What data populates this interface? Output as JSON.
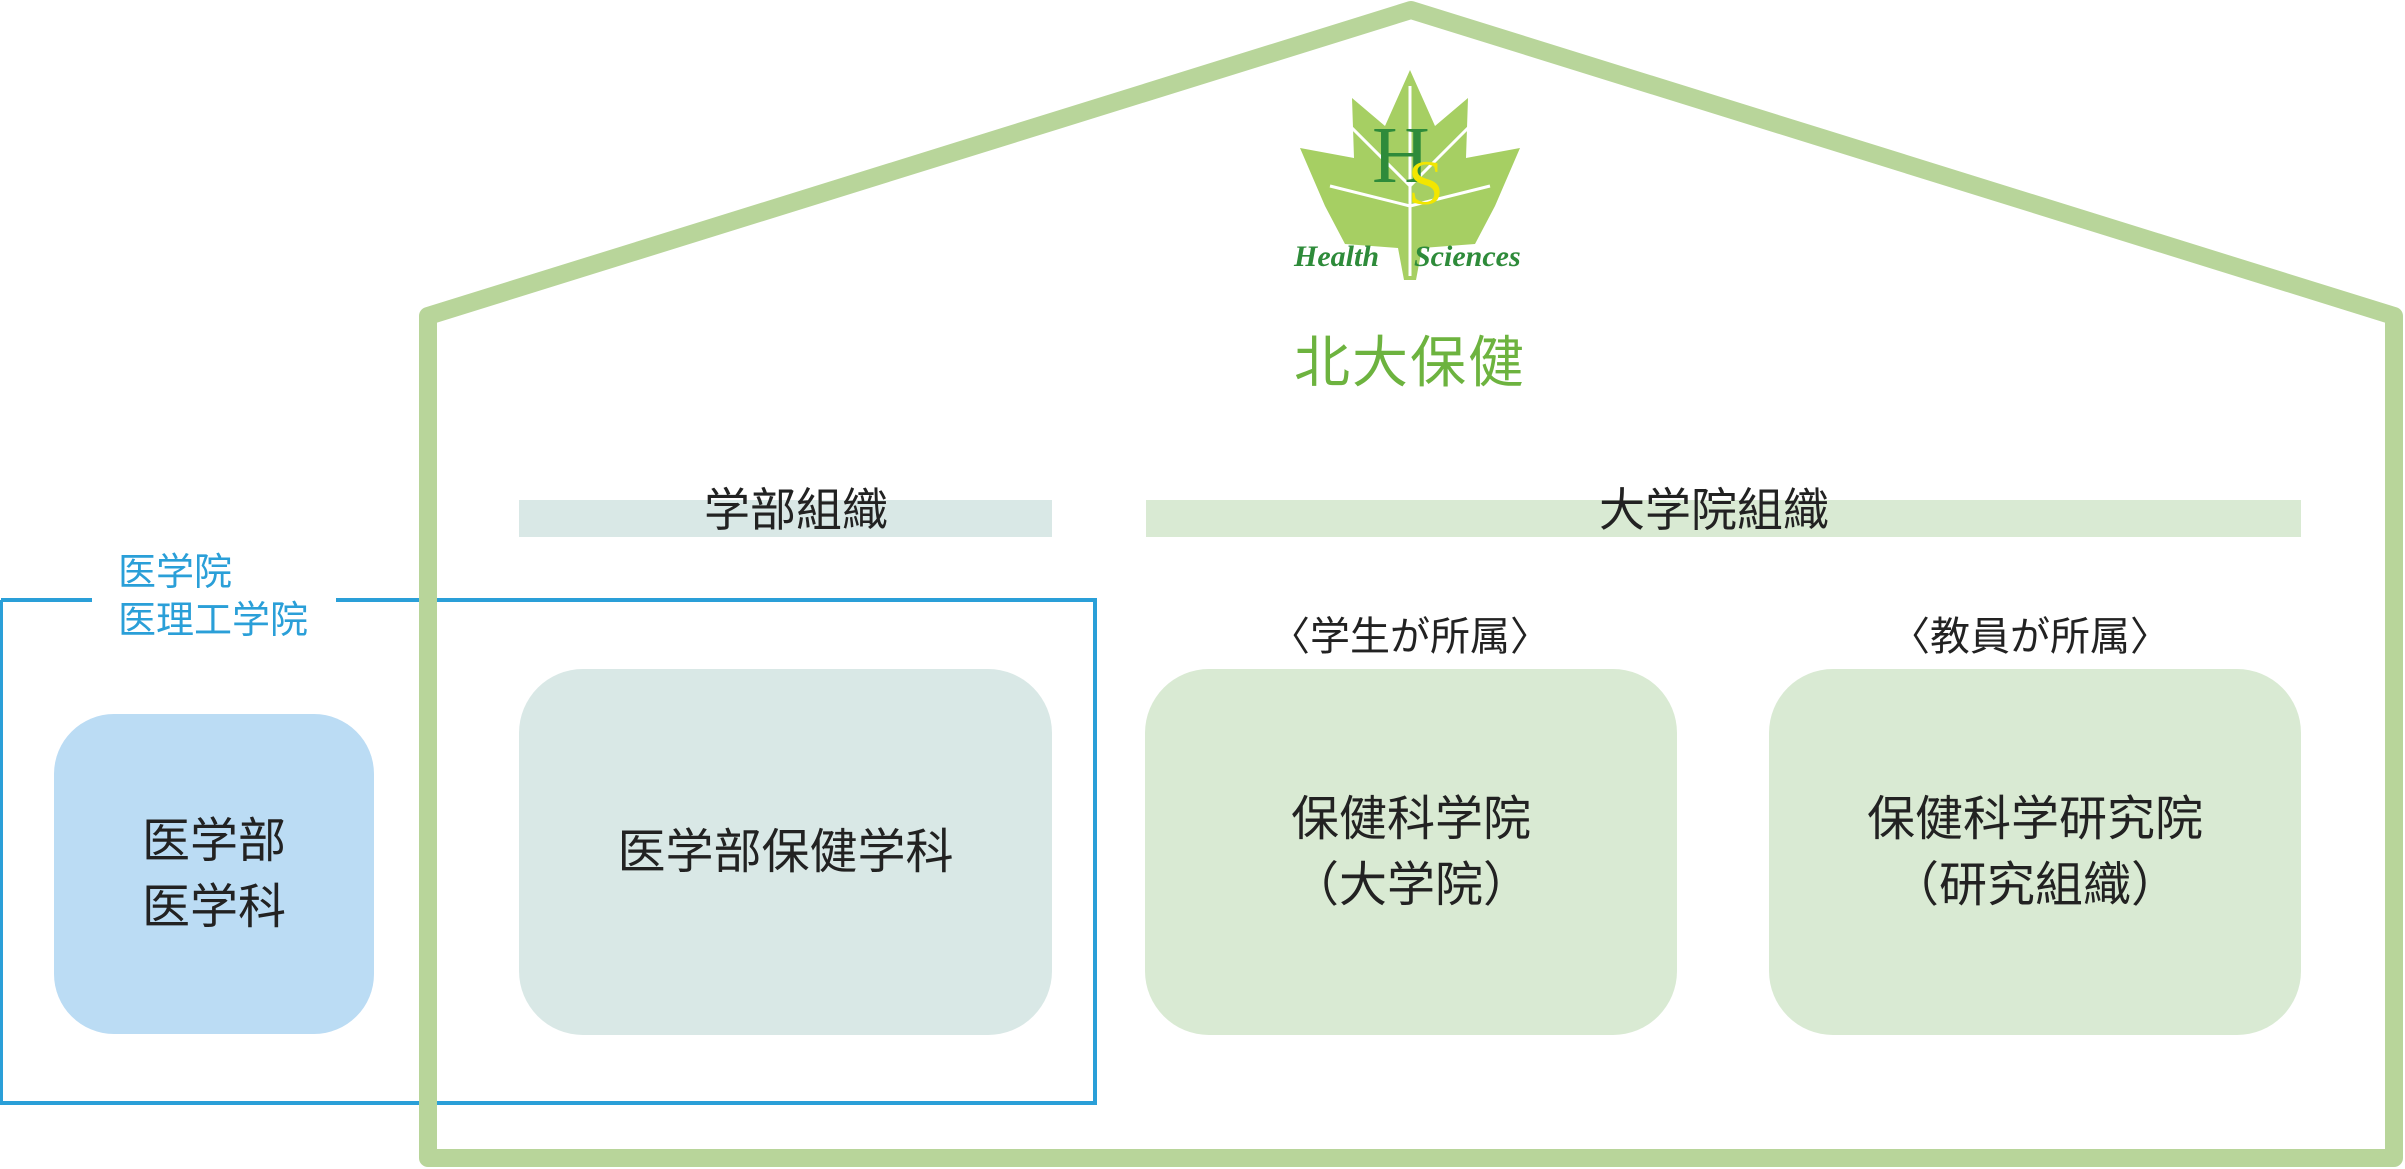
{
  "colors": {
    "house_outline": "#b8d59a",
    "med_group_outline": "#2a9fd8",
    "brand_green": "#6db33f",
    "undergrad_fill": "#d9e8e6",
    "grad_fill": "#d9ead3",
    "med_box_fill": "#bbdcf4"
  },
  "logo": {
    "letters": "HS",
    "left_word": "Health",
    "right_word": "Sciences"
  },
  "brand": "北大保健",
  "sections": {
    "undergraduate": "学部組織",
    "graduate": "大学院組織"
  },
  "subheads": {
    "students": "〈学生が所属〉",
    "faculty": "〈教員が所属〉"
  },
  "med_group": {
    "line1": "医学院",
    "line2": "医理工学院"
  },
  "boxes": {
    "medicine": {
      "line1": "医学部",
      "line2": "医学科"
    },
    "health_sciences_dept": {
      "line1": "医学部保健学科"
    },
    "graduate_school": {
      "line1": "保健科学院",
      "line2": "（大学院）"
    },
    "research_faculty": {
      "line1": "保健科学研究院",
      "line2": "（研究組織）"
    }
  }
}
